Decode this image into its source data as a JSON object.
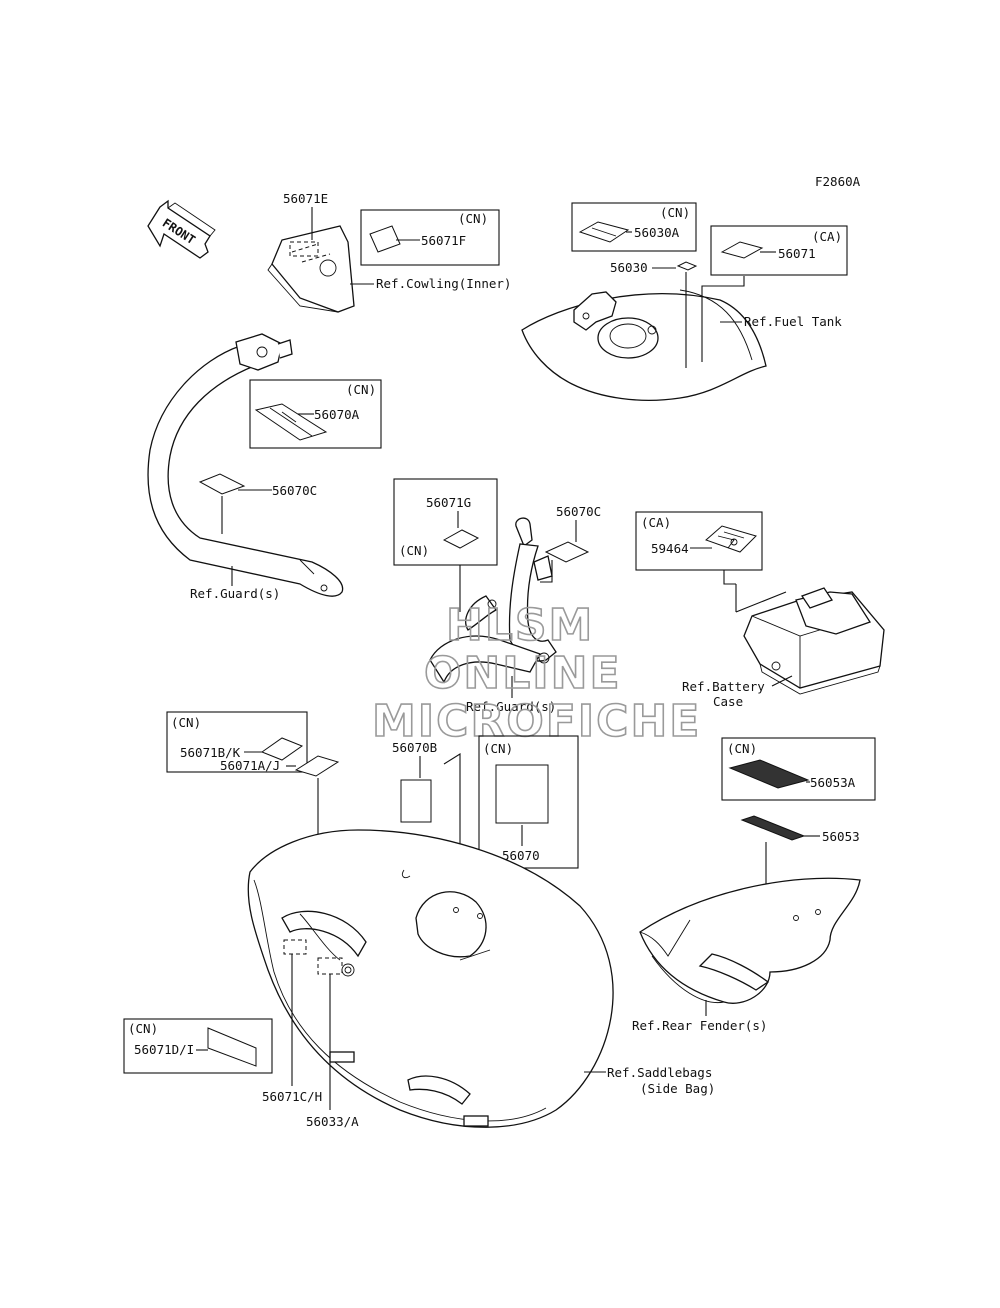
{
  "figure_code": "F2860A",
  "front_arrow": "FRONT",
  "watermark": [
    "HLSM",
    "ONLINE",
    "MICROFICHE"
  ],
  "labels": {
    "p56071E": "56071E",
    "p56071F": "56071F",
    "cn1": "(CN)",
    "ref_cowling": "Ref.Cowling(Inner)",
    "p56030A": "56030A",
    "cn2": "(CN)",
    "p56030": "56030",
    "ca1": "(CA)",
    "p56071": "56071",
    "ref_fuel_tank": "Ref.Fuel Tank",
    "cn3": "(CN)",
    "p56070A": "56070A",
    "p56070C_left": "56070C",
    "ref_guard_left": "Ref.Guard(s)",
    "p56071G": "56071G",
    "cn4": "(CN)",
    "p56070C_mid": "56070C",
    "ca2": "(CA)",
    "p59464": "59464",
    "ref_guard_mid": "Ref.Guard(s)",
    "ref_battery_1": "Ref.Battery",
    "ref_battery_2": "Case",
    "cn5": "(CN)",
    "p56071BK": "56071B/K",
    "p56071AJ": "56071A/J",
    "p56070B": "56070B",
    "cn6": "(CN)",
    "p56070": "56070",
    "cn7": "(CN)",
    "p56053A": "56053A",
    "p56053": "56053",
    "ref_rear_fender": "Ref.Rear Fender(s)",
    "cn8": "(CN)",
    "p56071DI": "56071D/I",
    "p56071CH": "56071C/H",
    "p56033A": "56033/A",
    "ref_saddlebags_1": "Ref.Saddlebags",
    "ref_saddlebags_2": "(Side Bag)"
  }
}
